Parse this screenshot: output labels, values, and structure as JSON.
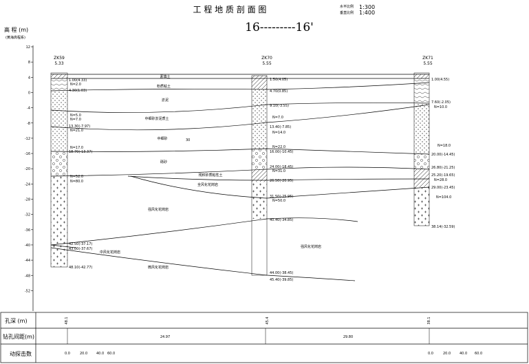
{
  "header": {
    "title": "工 程 地 质 剖 面 图",
    "scale_h_label": "水平比例",
    "scale_h_value": "1:300",
    "scale_v_label": "垂直比例",
    "scale_v_value": "1:400",
    "section_name": "16---------16'"
  },
  "axis": {
    "label": "高 程 (m)",
    "sublabel": "(黄海高程系)",
    "ticks": [
      "12",
      "8",
      "4",
      "0",
      "-4",
      "-8",
      "-12",
      "-16",
      "-20",
      "-24",
      "-28",
      "-32",
      "-36",
      "-40",
      "-44",
      "-48",
      "-52"
    ]
  },
  "boreholes": [
    {
      "id": "ZK59",
      "elev": "5.33"
    },
    {
      "id": "ZK70",
      "elev": "5.55"
    },
    {
      "id": "ZK71",
      "elev": "5.55"
    }
  ],
  "layers": [
    {
      "name": "素填土"
    },
    {
      "name": "粉质粘土"
    },
    {
      "name": "淤泥"
    },
    {
      "name": "中细砂淤泥质土"
    },
    {
      "name": "中细砂"
    },
    {
      "name": "砾砂"
    },
    {
      "name": "残积砂质粘性土"
    },
    {
      "name": "全风化花岗岩"
    },
    {
      "name": "强风化花岗岩"
    },
    {
      "name": "中风化花岗岩"
    },
    {
      "name": "强风化花岗岩"
    },
    {
      "name": "微风化花岗岩"
    }
  ],
  "annotations": {
    "zk59": [
      "1.00(4.33)",
      "N=2.0",
      "4.30(1.03)",
      "N=5.0",
      "N=7.0",
      "13.30(-7.97)",
      "N=21.0",
      "18.70(-13.37)",
      "N=17.0",
      "N=52.0",
      "N=80.0",
      "42.50(-37.17)",
      "43.00(-37.67)",
      "48.10(-42.77)"
    ],
    "zk70": [
      "1.50(4.05)",
      "4.70(0.85)",
      "9.10(-3.55)",
      "N=7.0",
      "13.40(-7.85)",
      "N=14.0",
      "N=22.0",
      "16.00(-10.45)",
      "24.00(-18.45)",
      "N=31.0",
      "26.50(-20.95)",
      "31.50(-25.95)",
      "N=50.0",
      "40.40(-34.85)",
      "44.00(-38.45)",
      "45.40(-39.85)"
    ],
    "zk71": [
      "1.00(4.55)",
      "7.60(-2.05)",
      "N=10.0",
      "N=18.0",
      "20.00(-14.45)",
      "26.80(-21.25)",
      "25.20(-19.65)",
      "N=28.0",
      "29.00(-23.45)",
      "N=104.0",
      "38.14(-32.59)"
    ],
    "misc": "30"
  },
  "bottom_table": {
    "row1_label": "孔深 (m)",
    "row1_values": [
      "48.1",
      "45.4",
      "38.1"
    ],
    "row2_label": "钻孔间距(m)",
    "row2_values": [
      "24.97",
      "29.80"
    ],
    "row3_label": "动探击数",
    "row3_values": [
      "0.0",
      "20.0",
      "40.0",
      "60.0",
      "0.0",
      "20.0",
      "40.0",
      "60.0"
    ]
  }
}
